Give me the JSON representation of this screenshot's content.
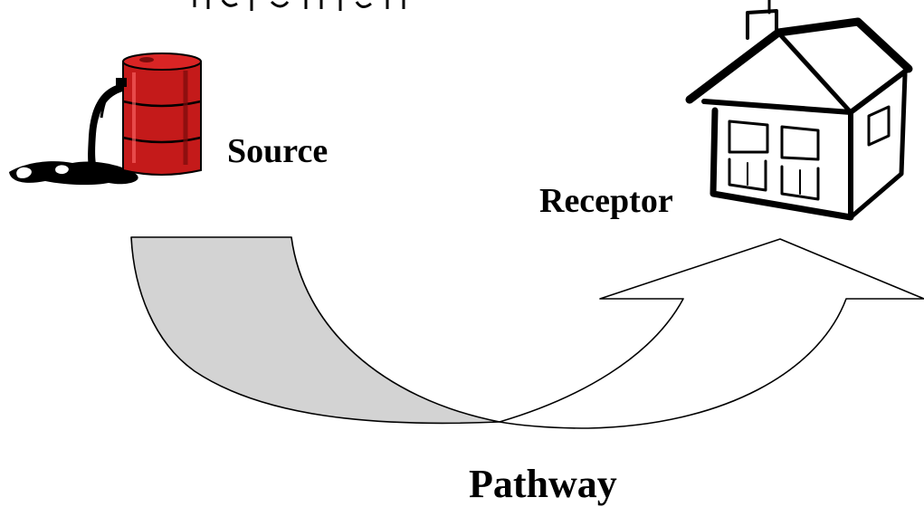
{
  "diagram": {
    "labels": {
      "source": "Source",
      "receptor": "Receptor",
      "pathway": "Pathway"
    },
    "nodes": [
      {
        "id": "source",
        "icon": "oil-barrel-icon"
      },
      {
        "id": "receptor",
        "icon": "house-icon"
      }
    ],
    "edges": [
      {
        "from": "source",
        "to": "receptor",
        "label_ref": "pathway",
        "shape": "curved-arrow"
      }
    ],
    "colors": {
      "barrel": "#c41a1a",
      "barrel_dark": "#7a0b0b",
      "spill": "#000000",
      "arrow_tail_fill": "#d3d3d3",
      "arrow_head_fill": "#ffffff",
      "outline": "#000000"
    }
  }
}
